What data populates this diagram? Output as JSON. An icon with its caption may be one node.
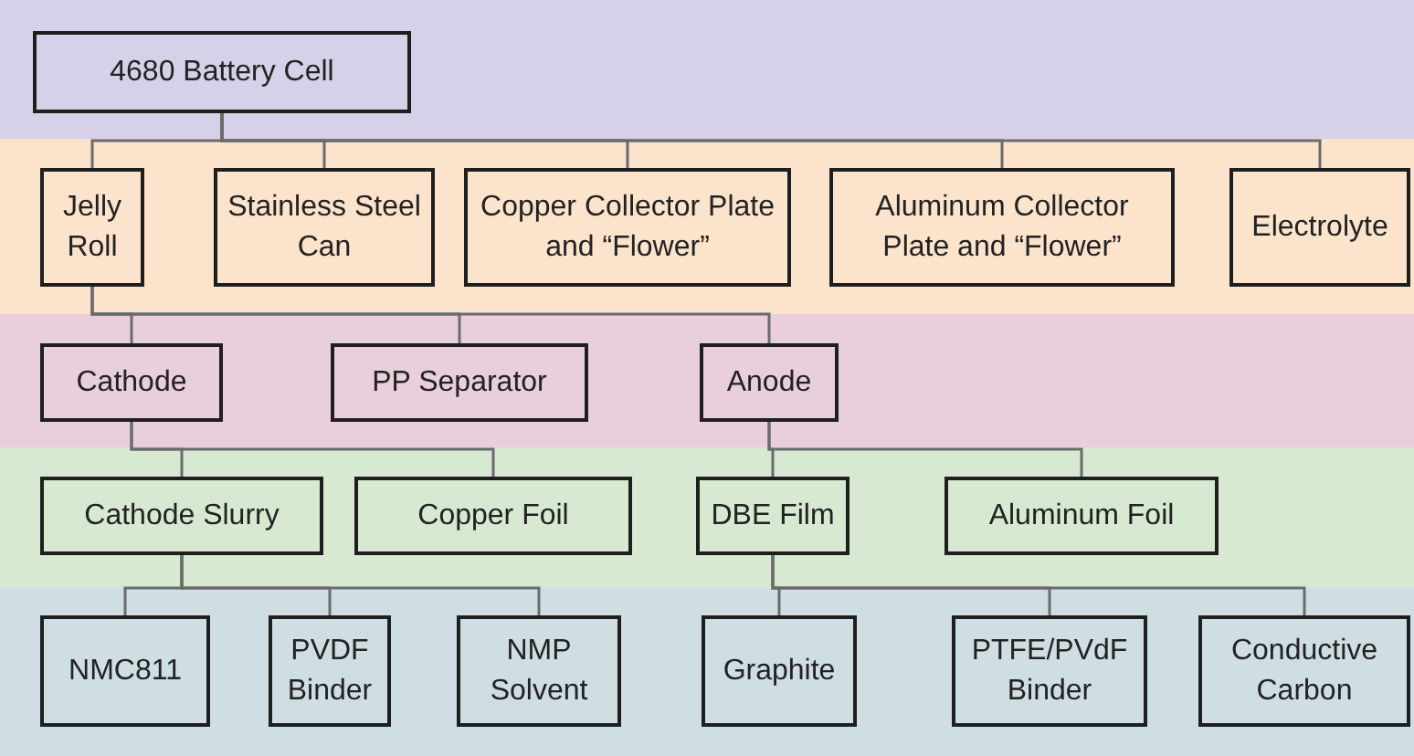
{
  "diagram": {
    "nodes": [
      {
        "text": [
          "4680 Battery Cell"
        ]
      },
      {
        "text": [
          "Jelly Roll"
        ]
      },
      {
        "text": [
          "Stainless Steel Can"
        ]
      },
      {
        "text": [
          "Copper Collector Plate and “Flower”"
        ]
      },
      {
        "text": [
          "Aluminum Collector Plate and “Flower”"
        ]
      },
      {
        "text": [
          "Electrolyte"
        ]
      },
      {
        "text": [
          "Cathode"
        ]
      },
      {
        "text": [
          "PP Separator"
        ]
      },
      {
        "text": [
          "Anode"
        ]
      },
      {
        "text": [
          "Cathode Slurry"
        ]
      },
      {
        "text": [
          "Copper Foil"
        ]
      },
      {
        "text": [
          "DBE Film"
        ]
      },
      {
        "text": [
          "Aluminum Foil"
        ]
      },
      {
        "text": [
          "NMC811"
        ]
      },
      {
        "text": [
          "PVDF Binder"
        ]
      },
      {
        "text": [
          "NMP Solvent"
        ]
      },
      {
        "text": [
          "Graphite"
        ]
      },
      {
        "text": [
          "PTFE/PVdF Binder"
        ]
      },
      {
        "text": [
          "Conductive Carbon"
        ]
      }
    ],
    "edges": [
      {
        "from": 0,
        "to": 1,
        "arrow": "none"
      },
      {
        "from": 0,
        "to": 2,
        "arrow": "none"
      },
      {
        "from": 0,
        "to": 3,
        "arrow": "none"
      },
      {
        "from": 0,
        "to": 4,
        "arrow": "none"
      },
      {
        "from": 0,
        "to": 5,
        "arrow": "none"
      },
      {
        "from": 1,
        "to": 6,
        "arrow": "none"
      },
      {
        "from": 1,
        "to": 7,
        "arrow": "none"
      },
      {
        "from": 1,
        "to": 8,
        "arrow": "none"
      },
      {
        "from": 6,
        "to": 9,
        "arrow": "none"
      },
      {
        "from": 6,
        "to": 10,
        "arrow": "none"
      },
      {
        "from": 8,
        "to": 11,
        "arrow": "none"
      },
      {
        "from": 8,
        "to": 12,
        "arrow": "none"
      },
      {
        "from": 9,
        "to": 13,
        "arrow": "none"
      },
      {
        "from": 9,
        "to": 14,
        "arrow": "none"
      },
      {
        "from": 9,
        "to": 15,
        "arrow": "none"
      },
      {
        "from": 11,
        "to": 16,
        "arrow": "none"
      },
      {
        "from": 11,
        "to": 17,
        "arrow": "none"
      },
      {
        "from": 11,
        "to": 18,
        "arrow": "none"
      }
    ]
  }
}
